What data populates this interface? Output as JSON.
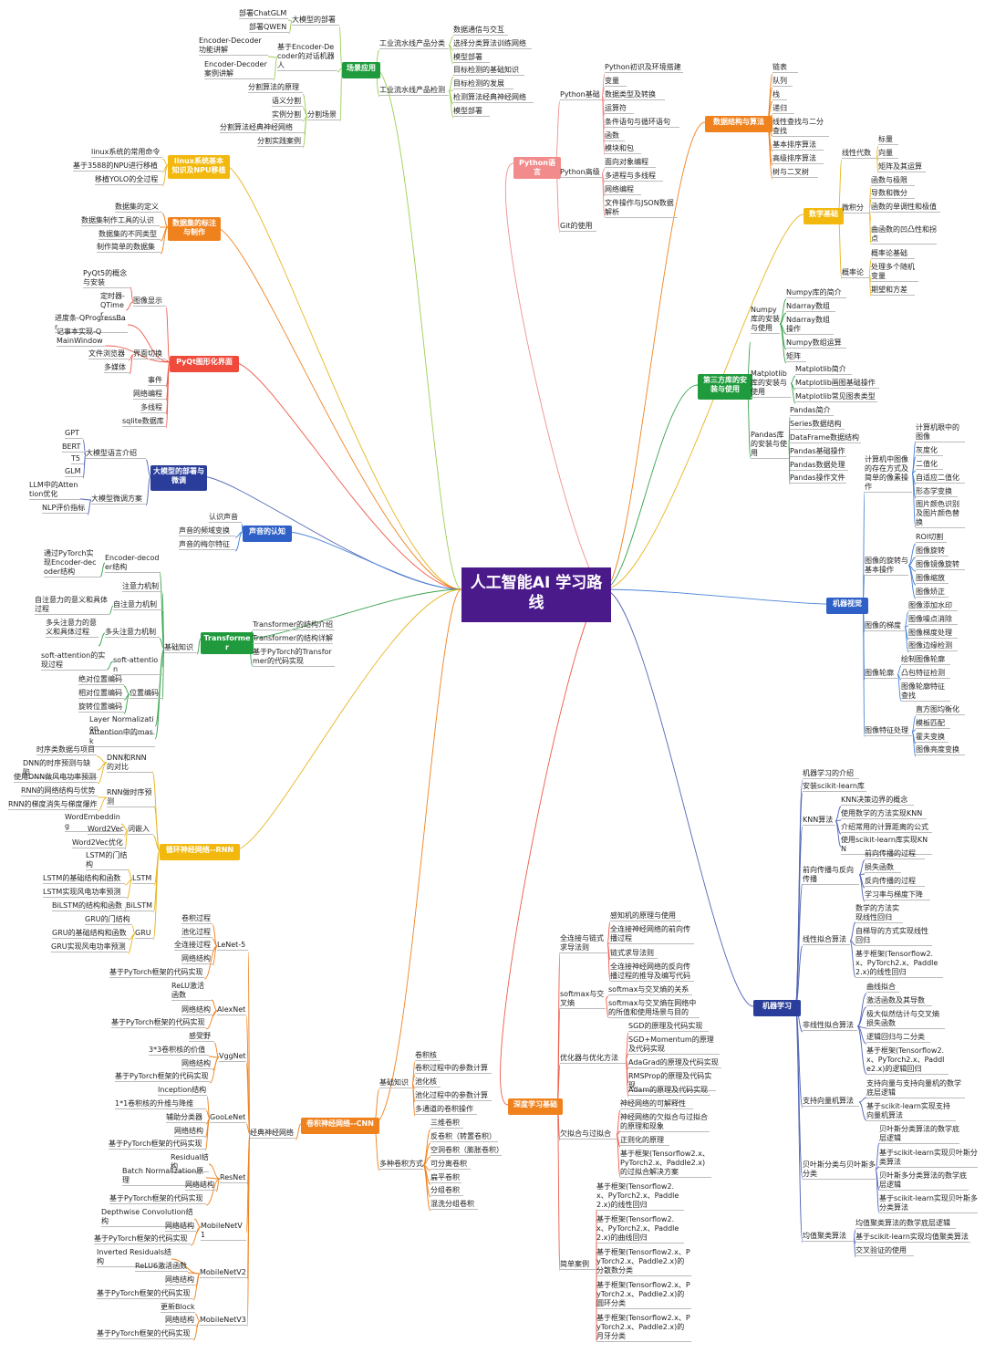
{
  "root": "人工智能AI 学习路线",
  "colors": {
    "root": "#4b1a8a",
    "orange": "#f0821e",
    "green": "#1f9a3c",
    "blue": "#2e60c8",
    "navy": "#2a3d9a",
    "yellow": "#f2b80e",
    "red": "#ef4a3c",
    "pink": "#f28b8b",
    "lime": "#8ac93e"
  },
  "l": {
    "n0": "部署ChatGLM",
    "n1": "大模型的部署",
    "n2": "部署QWEN",
    "n3": "Encoder-Decoder功能讲解",
    "n4": "基于Encoder-Decoder的对话机器人",
    "n5": "Encoder-Decoder案例讲解",
    "n6": "分割算法的原理",
    "n7": "语义分割",
    "n8": "实例分割",
    "n9": "分割场景",
    "n10": "分割算法经典神经网络",
    "n11": "分割实践案例",
    "n12": "场景应用",
    "n13": "工业流水线产品分类",
    "n14": "工业流水线产品检测",
    "n15": "数据通信与交互",
    "n16": "选择分类算法训练网络",
    "n17": "模型部署",
    "n18": "目标检测的基础知识",
    "n19": "目标检测的发展",
    "n20": "检测算法经典神经网络",
    "n21": "模型部署",
    "n22": "linux系统的常用命令",
    "n23": "linux系统基本知识及NPU移植",
    "n24": "基于3588的NPU进行移植",
    "n25": "移植YOLO的全过程",
    "n26": "数据集的定义",
    "n27": "数据集的标注与制作",
    "n28": "数据集制作工具的认识",
    "n29": "数据集的不同类型",
    "n30": "制作简单的数据集",
    "n31": "PyQt5的概念与安装",
    "n32": "定时器-QTimer",
    "n33": "图像显示",
    "n34": "进度条-QProgressBar",
    "n35": "记事本实现-QMainWindow",
    "n36": "文件浏览器",
    "n37": "界面切换",
    "n38": "多媒体",
    "n39": "PyQt图形化界面",
    "n40": "事件",
    "n41": "网络编程",
    "n42": "多线程",
    "n43": "sqlite数据库",
    "n44": "GPT",
    "n45": "BERT",
    "n46": "T5",
    "n47": "GLM",
    "n48": "大模型语言介绍",
    "n49": "大模型的部署与微调",
    "n50": "LLM中的Attention优化",
    "n51": "大模型微调方案",
    "n52": "NLP评价指标",
    "n53": "认识声音",
    "n54": "声音的频域变换",
    "n55": "声音的认知",
    "n56": "声音的梅尔特征",
    "n57": "通过PyTorch实现Encoder-decoder结构",
    "n58": "Encoder-decoder结构",
    "n59": "注意力机制",
    "n60": "自注意力的意义和具体过程",
    "n61": "自注意力机制",
    "n62": "多头注意力的意义和具体过程",
    "n63": "多头注意力机制",
    "n64": "Transformer",
    "n65": "Transformer的结构介绍",
    "n66": "Transformer的结构详解",
    "n67": "基于PyTorch的Transformer的代码实现",
    "n68": "基础知识",
    "n69": "soft-attention的实现过程",
    "n70": "soft-attention",
    "n71": "绝对位置编码",
    "n72": "相对位置编码",
    "n73": "位置编码",
    "n74": "旋转位置编码",
    "n75": "Layer Normalization",
    "n76": "Attention中的mask",
    "n77": "时序类数据与项目",
    "n78": "DNN和RNN的对比",
    "n79": "DNN的时序预测与缺陷",
    "n80": "使用DNN做风电功率预测",
    "n81": "RNN的网络结构与优势",
    "n82": "RNN做时序预测",
    "n83": "RNN的梯度消失与梯度爆炸",
    "n84": "WordEmbedding",
    "n85": "Word2Vec",
    "n86": "词嵌入",
    "n87": "Word2Vec优化",
    "n88": "循环神经网络--RNN",
    "n89": "LSTM的门结构",
    "n90": "LSTM的基础结构和函数",
    "n91": "LSTM",
    "n92": "LSTM实现风电功率预测",
    "n93": "BiLSTM的结构和函数",
    "n94": "BiLSTM",
    "n95": "GRU的门结构",
    "n96": "GRU的基础结构和函数",
    "n97": "GRU",
    "n98": "GRU实现风电功率预测",
    "n99": "卷积过程",
    "n100": "池化过程",
    "n101": "全连接过程",
    "n102": "LeNet-5",
    "n103": "网络结构",
    "n104": "基于PyTorch框架的代码实现",
    "n105": "ReLU激活函数",
    "n106": "网络结构",
    "n107": "AlexNet",
    "n108": "基于PyTorch框架的代码实现",
    "n109": "感受野",
    "n110": "3*3卷积核的价值",
    "n111": "VggNet",
    "n112": "网络结构",
    "n113": "基于PyTorch框架的代码实现",
    "n114": "Inception结构",
    "n115": "1*1卷积核的升维与降维",
    "n116": "辅助分类器",
    "n117": "GooLeNet",
    "n118": "网络结构",
    "n119": "基于PyTorch框架的代码实现",
    "n120": "Residual结构",
    "n121": "Batch Normalization原理",
    "n122": "ResNet",
    "n123": "网络结构",
    "n124": "基于PyTorch框架的代码实现",
    "n125": "Depthwise Convolution结构",
    "n126": "网络结构",
    "n127": "MobileNetV1",
    "n128": "基于PyTorch框架的代码实现",
    "n129": "Inverted Residuals结构",
    "n130": "ReLU6激活函数",
    "n131": "MobileNetV2",
    "n132": "网络结构",
    "n133": "基于PyTorch框架的代码实现",
    "n134": "更新Block",
    "n135": "网络结构",
    "n136": "MobileNetV3",
    "n137": "基于PyTorch框架的代码实现",
    "n138": "经典神经网络",
    "n139": "卷积神经网络--CNN",
    "n140": "基础知识",
    "n141": "卷积核",
    "n142": "卷积过程中的参数计算",
    "n143": "池化核",
    "n144": "池化过程中的参数计算",
    "n145": "多通道的卷积操作",
    "n146": "多种卷积方式",
    "n147": "三维卷积",
    "n148": "反卷积（转置卷积）",
    "n149": "空洞卷积（膨胀卷积）",
    "n150": "可分离卷积",
    "n151": "扁平卷积",
    "n152": "分组卷积",
    "n153": "混洗分组卷积",
    "n154": "深度学习基础",
    "n155": "全连接与链式求导法则",
    "n156": "感知机的原理与使用",
    "n157": "全连接神经网络的前向传播过程",
    "n158": "链式求导法则",
    "n159": "全连接神经网络的反向传播过程的推导及编写代码",
    "n160": "softmax与交叉熵",
    "n161": "softmax与交叉熵的关系",
    "n162": "softmax与交叉熵在网络中的所值和使用场景与目的",
    "n163": "优化器与优化方法",
    "n164": "SGD的原理及代码实现",
    "n165": "SGD+Momentum的原理及代码实现",
    "n166": "AdaGrad的原理及代码实现",
    "n167": "RMSProp的原理及代码实现",
    "n168": "Adam的原理及代码实现",
    "n169": "欠拟合与过拟合",
    "n170": "神经网络的可解释性",
    "n171": "神经网络的欠拟合与过拟合的原理和现象",
    "n172": "正则化的原理",
    "n173": "基于框架(Tensorflow2.x、PyTorch2.x、Paddle2.x)的过拟合解决方案",
    "n174": "简单案例",
    "n175": "基于框架(Tensorflow2.x、PyTorch2.x、Paddle2.x)的线性回归",
    "n176": "基于框架(Tensorflow2.x、PyTorch2.x、Paddle2.x)的曲线回归",
    "n177": "基于框架(Tensorflow2.x、PyTorch2.x、Paddle2.x)的分散数分类",
    "n178": "基于框架(Tensorflow2.x、PyTorch2.x、Paddle2.x)的圆环分类",
    "n179": "基于框架(Tensorflow2.x、PyTorch2.x、Paddle2.x)的月牙分类",
    "n180": "Python语言",
    "n181": "Python基础",
    "n182": "Python初识及环境搭建",
    "n183": "变量",
    "n184": "数据类型及转换",
    "n185": "运算符",
    "n186": "条件语句与循环语句",
    "n187": "函数",
    "n188": "模块和包",
    "n189": "Python高级",
    "n190": "面向对象编程",
    "n191": "多进程与多线程",
    "n192": "网络编程",
    "n193": "文件操作与JSON数据解析",
    "n194": "Git的使用",
    "n195": "数据结构与算法",
    "n196": "链表",
    "n197": "队列",
    "n198": "栈",
    "n199": "递归",
    "n200": "线性查找与二分查找",
    "n201": "基本排序算法",
    "n202": "高级排序算法",
    "n203": "树与二叉树",
    "n204": "数学基础",
    "n205": "线性代数",
    "n206": "标量",
    "n207": "向量",
    "n208": "矩阵及其运算",
    "n209": "微积分",
    "n210": "函数与极限",
    "n211": "导数和微分",
    "n212": "函数的单调性和极值",
    "n213": "曲函数的凹凸性和拐点",
    "n214": "概率论",
    "n215": "概率论基础",
    "n216": "处理多个随机变量",
    "n217": "期望和方差",
    "n218": "第三方库的安装与使用",
    "n219": "Numpy库的安装与使用",
    "n220": "Numpy库的简介",
    "n221": "Ndarray数组",
    "n222": "Ndarray数组操作",
    "n223": "Numpy数组运算",
    "n224": "矩阵",
    "n225": "Matplotlib库的安装与使用",
    "n226": "Matplotlib简介",
    "n227": "Matplotlib画图基础操作",
    "n228": "Matplotlib常见图表类型",
    "n229": "Pandas库的安装与使用",
    "n230": "Pandas简介",
    "n231": "Series数据结构",
    "n232": "DataFrame数据结构",
    "n233": "Pandas基础操作",
    "n234": "Pandas数据处理",
    "n235": "Pandas操作文件",
    "n236": "机器视觉",
    "n237": "计算机中图像的存在方式及简单的像素操作",
    "n238": "计算机眼中的图像",
    "n239": "灰度化",
    "n240": "二值化",
    "n241": "自适应二值化",
    "n242": "形态学变换",
    "n243": "图片颜色识别及图片颜色替换",
    "n244": "图像的旋转与基本操作",
    "n245": "ROI切割",
    "n246": "图像旋转",
    "n247": "图像镜像旋转",
    "n248": "图像缩放",
    "n249": "图像矫正",
    "n250": "图像的梯度",
    "n251": "图像添加水印",
    "n252": "图像噪点消除",
    "n253": "图像梯度处理",
    "n254": "图像边缘检测",
    "n255": "图像轮廓",
    "n256": "绘制图像轮廓",
    "n257": "凸包特征检测",
    "n258": "图像轮廓特征查找",
    "n259": "图像特征处理",
    "n260": "直方图均衡化",
    "n261": "模板匹配",
    "n262": "霍夫变换",
    "n263": "图像亮度变换",
    "n264": "机器学习",
    "n265": "机器学习的介绍",
    "n266": "安装scikit-learn库",
    "n267": "KNN算法",
    "n268": "KNN决策边界的概念",
    "n269": "使用数学的方法实现KNN",
    "n270": "介绍常用的计算距离的公式",
    "n271": "使用scikit-learn库实现KNN",
    "n272": "前向传播与反向传播",
    "n273": "前向传播的过程",
    "n274": "损失函数",
    "n275": "反向传播的过程",
    "n276": "学习率与梯度下降",
    "n277": "线性拟合算法",
    "n278": "数学的方法实现线性回归",
    "n279": "自梯导的方式实现线性回归",
    "n280": "基于框架(Tensorflow2.x、PyTorch2.x、Paddle2.x)的线性回归",
    "n281": "非线性拟合算法",
    "n282": "曲线拟合",
    "n283": "激活函数及其导数",
    "n284": "极大似然估计与交叉熵损失函数",
    "n285": "逻辑回归与二分类",
    "n286": "基于框架(Tensorflow2.x、PyTorch2.x、Paddle2.x)的逻辑回归",
    "n287": "支持向量机算法",
    "n288": "支持向量与支持向量机的数学底层逻辑",
    "n289": "基于scikit-learn实现支持向量机算法",
    "n290": "贝叶斯分类与贝叶斯多分类",
    "n291": "贝叶斯分类算法的数学底层逻辑",
    "n292": "基于scikit-learn实现贝叶斯分类算法",
    "n293": "贝叶斯多分类算法的数学底层逻辑",
    "n294": "基于scikit-learn实现贝叶斯多分类算法",
    "n295": "均值聚类算法",
    "n296": "均值聚类算法的数学底层逻辑",
    "n297": "基于scikit-learn实现均值聚类算法",
    "n298": "交叉验证的使用"
  },
  "layout_keys": "see script"
}
